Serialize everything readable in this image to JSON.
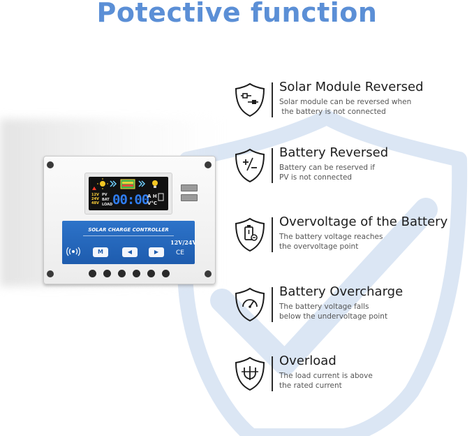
{
  "headline": "Potective function",
  "device": {
    "panel_title": "SOLAR CHARGE CONTROLLER",
    "voltage_label": "12V/24V",
    "ce_mark": "CE",
    "lcd": {
      "digits": "00:00",
      "pv_label": "PV",
      "bat_label": "BAT",
      "load_label": "LOAD",
      "v12": "12V",
      "v24": "24V",
      "v48": "48V",
      "ah_label": "A H",
      "vc_label": "V°C"
    },
    "keys": {
      "menu": "M",
      "left": "◀",
      "right": "▶"
    }
  },
  "features": [
    {
      "icon": "plug-icon",
      "title": "Solar Module Reversed",
      "desc": "Solar module can be reversed when\n the battery is not connected"
    },
    {
      "icon": "plus-minus-icon",
      "title": "Battery  Reversed",
      "desc": "Battery can be reserved if\nPV is not connected"
    },
    {
      "icon": "battery-warning-icon",
      "title": "Overvoltage of the Battery",
      "desc": "The battery voltage reaches\nthe overvoltage point"
    },
    {
      "icon": "gauge-icon",
      "title": "Battery Overcharge",
      "desc": "The battery voltage falls\nbelow the undervoltage point"
    },
    {
      "icon": "load-icon",
      "title": "Overload",
      "desc": "The load current is above\nthe rated current"
    }
  ],
  "colors": {
    "accent": "#5b8fd6",
    "shield": "#dbe6f4",
    "panel": "#1e5cae",
    "lcd_blue": "#2f7df0"
  }
}
